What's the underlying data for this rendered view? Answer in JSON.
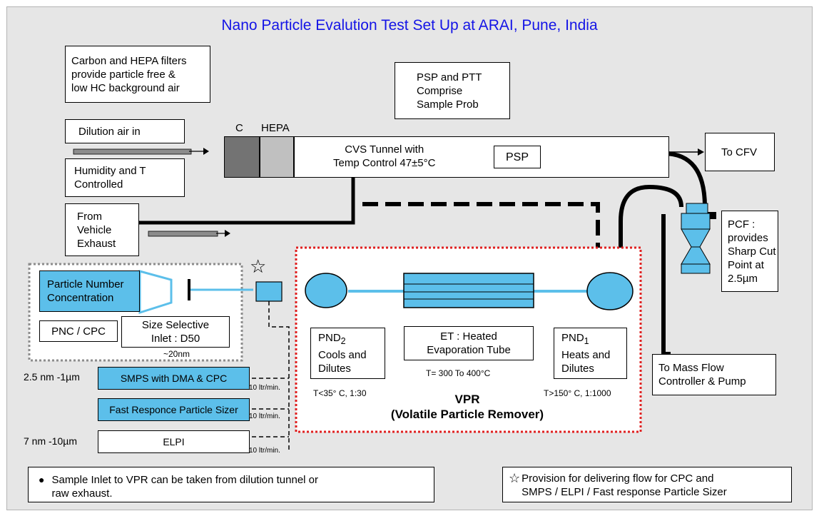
{
  "title": "Nano Particle Evalution Test Set Up at ARAI, Pune, India",
  "filters_note": "Carbon and HEPA filters\nprovide particle free &\nlow HC background air",
  "psp_ptt_note": "PSP and PTT\nComprise\nSample Prob",
  "dilution_air": "Dilution air in",
  "humidity": "Humidity and T\nControlled",
  "from_vehicle": "From\nVehicle\nExhaust",
  "filter_c": "C",
  "filter_hepa": "HEPA",
  "cvs_tunnel": "CVS Tunnel with\nTemp Control 47±5°C",
  "psp": "PSP",
  "to_cfv": "To CFV",
  "pcf": "PCF :\nprovides\nSharp Cut\nPoint at\n2.5µm",
  "mass_flow": "To Mass Flow\nController & Pump",
  "pnc_box": "Particle Number\nConcentration",
  "pnc_cpc": "PNC / CPC",
  "size_selective": "Size Selective\nInlet : D50",
  "size_20nm": "~20nm",
  "pnd2": {
    "label": "PND",
    "sub": "2",
    "rest": "Cools and\nDilutes",
    "cond": "T<35° C, 1:30"
  },
  "et": {
    "label": "ET : Heated\nEvaporation Tube",
    "cond": "T= 300 To 400°C"
  },
  "pnd1": {
    "label": "PND",
    "sub": "1",
    "rest": "Heats and\nDilutes",
    "cond": "T>150° C, 1:1000"
  },
  "vpr_title": "VPR\n(Volatile Particle Remover)",
  "instruments": [
    {
      "range": "2.5 nm -1µm",
      "name": "SMPS with DMA & CPC",
      "flow": "10 ltr/min."
    },
    {
      "range": "",
      "name": "Fast Responce Particle Sizer",
      "flow": "10 ltr/min."
    },
    {
      "range": "7 nm -10µm",
      "name": "ELPI",
      "flow": "10 ltr/min."
    }
  ],
  "footnote_left_bullet": "●",
  "footnote_left": "Sample Inlet to VPR can be taken from dilution tunnel or\nraw exhaust.",
  "footnote_right_star": "☆",
  "footnote_right": "Provision for delivering flow for CPC and\nSMPS / ELPI / Fast response Particle Sizer",
  "star_marker": "☆",
  "colors": {
    "title": "#1414e6",
    "component_blue": "#5cbfea",
    "vpr_border": "#e02020",
    "background": "#e6e6e6"
  }
}
